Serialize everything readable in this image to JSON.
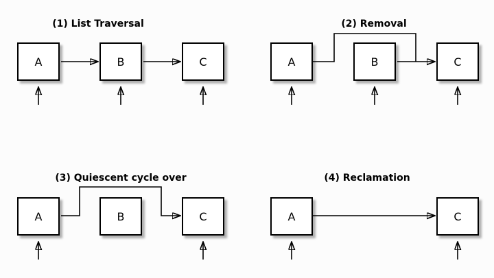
{
  "diagram": {
    "description": "Four-stage linked-list update diagram",
    "colors": {
      "background": "#fcfcfc",
      "line": "#000000",
      "box_fill": "#ffffff",
      "box_border": "#000000",
      "box_shadow": "#b3b3b3"
    },
    "panels": [
      {
        "title": "(1) List Traversal",
        "nodes": [
          "A",
          "B",
          "C"
        ],
        "edges": [
          "A -> B",
          "B -> C"
        ],
        "reader_refs": [
          "A",
          "B",
          "C"
        ]
      },
      {
        "title": "(2) Removal",
        "nodes": [
          "A",
          "B",
          "C"
        ],
        "edges": [
          "A -> C (routed over B)",
          "B -> C"
        ],
        "reader_refs": [
          "A",
          "B",
          "C"
        ]
      },
      {
        "title": "(3) Quiescent cycle over",
        "nodes": [
          "A",
          "B",
          "C"
        ],
        "edges": [
          "A -> C (routed over B)"
        ],
        "reader_refs": [
          "A",
          "C"
        ]
      },
      {
        "title": "(4) Reclamation",
        "nodes": [
          "A",
          "C"
        ],
        "edges": [
          "A -> C"
        ],
        "reader_refs": [
          "A",
          "C"
        ]
      }
    ]
  }
}
